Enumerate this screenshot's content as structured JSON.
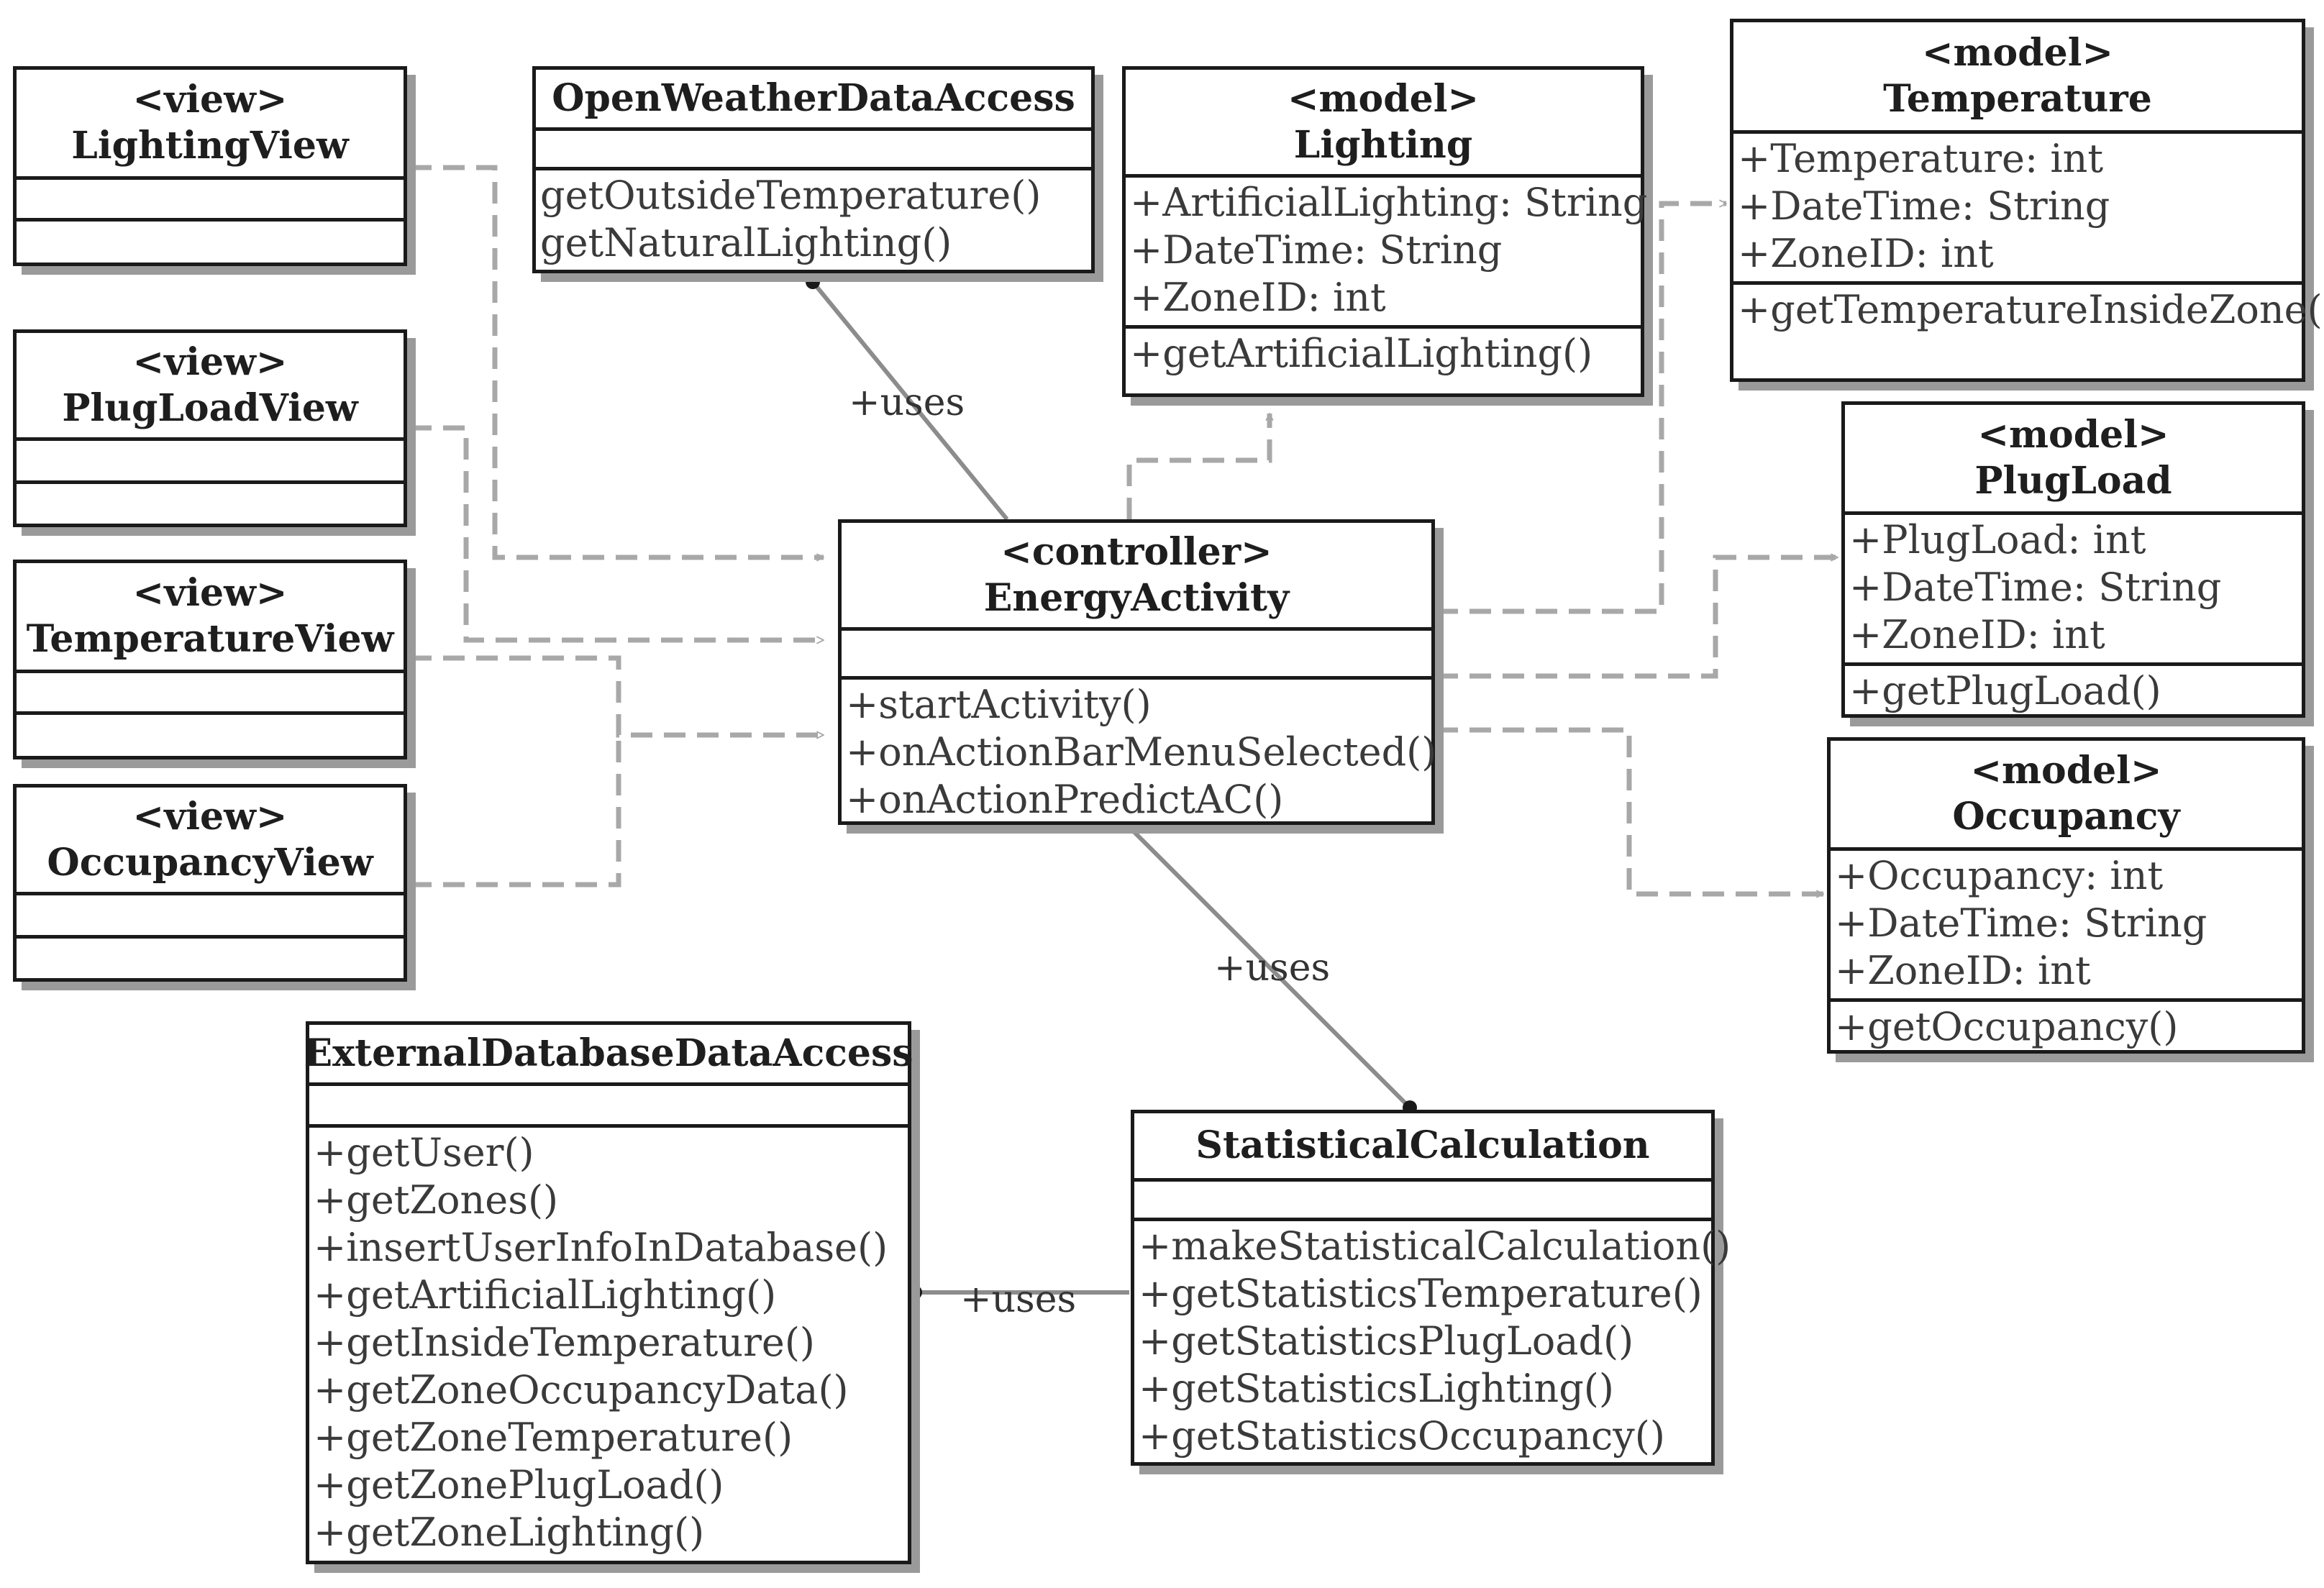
{
  "classes": {
    "lighting_view": {
      "stereotype": "<view>",
      "name": "LightingView"
    },
    "plugload_view": {
      "stereotype": "<view>",
      "name": "PlugLoadView"
    },
    "temperature_view": {
      "stereotype": "<view>",
      "name": "TemperatureView"
    },
    "occupancy_view": {
      "stereotype": "<view>",
      "name": "OccupancyView"
    },
    "open_weather": {
      "name": "OpenWeatherDataAccess",
      "methods": [
        "getOutsideTemperature()",
        "getNaturalLighting()"
      ]
    },
    "lighting_model": {
      "stereotype": "<model>",
      "name": "Lighting",
      "attributes": [
        "+ArtificialLighting: String",
        "+DateTime: String",
        "+ZoneID: int"
      ],
      "methods": [
        "+getArtificialLighting()"
      ]
    },
    "temperature_model": {
      "stereotype": "<model>",
      "name": "Temperature",
      "attributes": [
        "+Temperature: int",
        "+DateTime: String",
        "+ZoneID: int"
      ],
      "methods": [
        "+getTemperatureInsideZone()"
      ]
    },
    "plugload_model": {
      "stereotype": "<model>",
      "name": "PlugLoad",
      "attributes": [
        "+PlugLoad: int",
        "+DateTime: String",
        "+ZoneID: int"
      ],
      "methods": [
        "+getPlugLoad()"
      ]
    },
    "occupancy_model": {
      "stereotype": "<model>",
      "name": "Occupancy",
      "attributes": [
        "+Occupancy: int",
        "+DateTime: String",
        "+ZoneID: int"
      ],
      "methods": [
        "+getOccupancy()"
      ]
    },
    "energy_activity": {
      "stereotype": "<controller>",
      "name": "EnergyActivity",
      "methods": [
        "+startActivity()",
        "+onActionBarMenuSelected()",
        "+onActionPredictAC()"
      ]
    },
    "external_db": {
      "name": "ExternalDatabaseDataAccess",
      "methods": [
        "+getUser()",
        "+getZones()",
        "+insertUserInfoInDatabase()",
        "+getArtificialLighting()",
        "+getInsideTemperature()",
        "+getZoneOccupancyData()",
        "+getZoneTemperature()",
        "+getZonePlugLoad()",
        "+getZoneLighting()"
      ]
    },
    "statistical_calc": {
      "name": "StatisticalCalculation",
      "methods": [
        "+makeStatisticalCalculation()",
        "+getStatisticsTemperature()",
        "+getStatisticsPlugLoad()",
        "+getStatisticsLighting()",
        "+getStatisticsOccupancy()"
      ]
    }
  },
  "associations": {
    "uses_weather": "+uses",
    "uses_statistics": "+uses",
    "uses_database": "+uses"
  },
  "colors": {
    "border": "#1a1a1a",
    "shadow": "#9a9a9a",
    "dashed_link": "#a8a8a8",
    "solid_link": "#8c8c8c"
  }
}
